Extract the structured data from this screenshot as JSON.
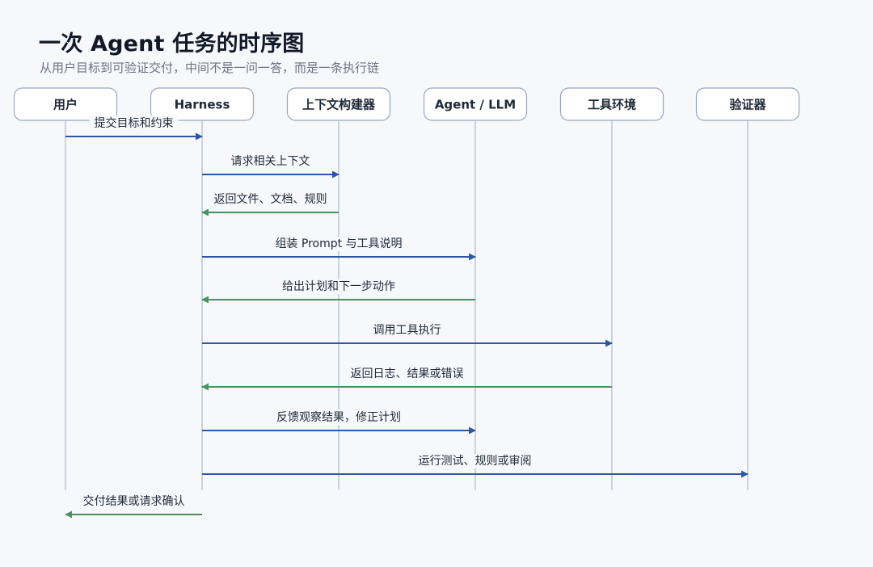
{
  "title": "一次 Agent 任务的时序图",
  "subtitle": "从用户目标到可验证交付，中间不是一问一答，而是一条执行链",
  "colors": {
    "request": "#2f56a0",
    "response": "#4a9360",
    "lifeline": "#c8d3e3",
    "box_border": "#9aa8bc",
    "background": "#f6f8fb"
  },
  "participants": [
    {
      "id": "user",
      "label": "用户"
    },
    {
      "id": "harness",
      "label": "Harness"
    },
    {
      "id": "context",
      "label": "上下文构建器"
    },
    {
      "id": "llm",
      "label": "Agent / LLM"
    },
    {
      "id": "tools",
      "label": "工具环境"
    },
    {
      "id": "verifier",
      "label": "验证器"
    }
  ],
  "messages": [
    {
      "from": "user",
      "to": "harness",
      "label": "提交目标和约束",
      "kind": "request"
    },
    {
      "from": "harness",
      "to": "context",
      "label": "请求相关上下文",
      "kind": "request"
    },
    {
      "from": "context",
      "to": "harness",
      "label": "返回文件、文档、规则",
      "kind": "response"
    },
    {
      "from": "harness",
      "to": "llm",
      "label": "组装 Prompt 与工具说明",
      "kind": "request"
    },
    {
      "from": "llm",
      "to": "harness",
      "label": "给出计划和下一步动作",
      "kind": "response"
    },
    {
      "from": "harness",
      "to": "tools",
      "label": "调用工具执行",
      "kind": "request"
    },
    {
      "from": "tools",
      "to": "harness",
      "label": "返回日志、结果或错误",
      "kind": "response"
    },
    {
      "from": "harness",
      "to": "llm",
      "label": "反馈观察结果，修正计划",
      "kind": "request"
    },
    {
      "from": "harness",
      "to": "verifier",
      "label": "运行测试、规则或审阅",
      "kind": "request"
    },
    {
      "from": "harness",
      "to": "user",
      "label": "交付结果或请求确认",
      "kind": "response"
    }
  ]
}
